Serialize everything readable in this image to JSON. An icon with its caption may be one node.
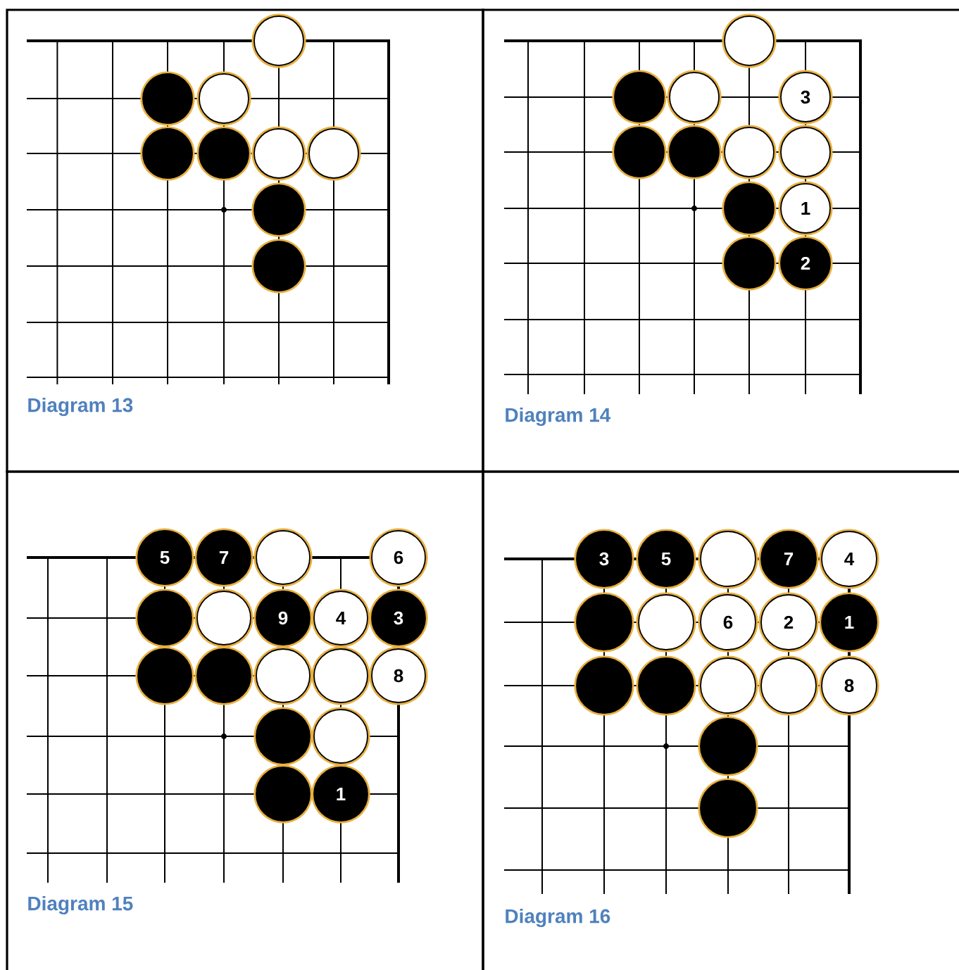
{
  "diagram": {
    "nodes": [
      {
        "text": [
          "Diagram 13"
        ]
      },
      {
        "text": [],
        "shape": "circle",
        "in": 0
      },
      {
        "text": [],
        "shape": "circle",
        "in": 0
      },
      {
        "text": [],
        "shape": "circle",
        "in": 0
      },
      {
        "text": [],
        "shape": "circle",
        "in": 0
      },
      {
        "text": [],
        "shape": "circle",
        "in": 0
      },
      {
        "text": [],
        "shape": "circle",
        "in": 0
      },
      {
        "text": [],
        "shape": "circle",
        "in": 0
      },
      {
        "text": [],
        "shape": "circle",
        "in": 0
      },
      {
        "text": [],
        "shape": "circle",
        "in": 0
      },
      {
        "text": [
          "Diagram 14"
        ]
      },
      {
        "text": [],
        "shape": "circle",
        "in": 10
      },
      {
        "text": [],
        "shape": "circle",
        "in": 10
      },
      {
        "text": [],
        "shape": "circle",
        "in": 10
      },
      {
        "text": [
          "3"
        ],
        "in": 10
      },
      {
        "text": [],
        "shape": "circle",
        "in": 10
      },
      {
        "text": [],
        "shape": "circle",
        "in": 10
      },
      {
        "text": [],
        "shape": "circle",
        "in": 10
      },
      {
        "text": [],
        "shape": "circle",
        "in": 10
      },
      {
        "text": [],
        "shape": "circle",
        "in": 10
      },
      {
        "text": [
          "1"
        ],
        "in": 10
      },
      {
        "text": [],
        "shape": "circle",
        "in": 10
      },
      {
        "text": [
          "2"
        ],
        "in": 10
      },
      {
        "text": [
          "Diagram 15"
        ]
      },
      {
        "text": [
          "5"
        ],
        "in": 23
      },
      {
        "text": [
          "7"
        ],
        "in": 23
      },
      {
        "text": [],
        "shape": "circle",
        "in": 23
      },
      {
        "text": [
          "6"
        ],
        "in": 23
      },
      {
        "text": [],
        "shape": "circle",
        "in": 23
      },
      {
        "text": [],
        "shape": "circle",
        "in": 23
      },
      {
        "text": [
          "9"
        ],
        "in": 23
      },
      {
        "text": [
          "4"
        ],
        "in": 23
      },
      {
        "text": [
          "3"
        ],
        "in": 23
      },
      {
        "text": [],
        "shape": "circle",
        "in": 23
      },
      {
        "text": [],
        "shape": "circle",
        "in": 23
      },
      {
        "text": [],
        "shape": "circle",
        "in": 23
      },
      {
        "text": [],
        "shape": "circle",
        "in": 23
      },
      {
        "text": [
          "8"
        ],
        "in": 23
      },
      {
        "text": [],
        "shape": "circle",
        "in": 23
      },
      {
        "text": [],
        "shape": "circle",
        "in": 23
      },
      {
        "text": [],
        "shape": "circle",
        "in": 23
      },
      {
        "text": [
          "1"
        ],
        "in": 23
      },
      {
        "text": [
          "Diagram 16"
        ]
      },
      {
        "text": [
          "3"
        ],
        "in": 42
      },
      {
        "text": [
          "5"
        ],
        "in": 42
      },
      {
        "text": [],
        "shape": "circle",
        "in": 42
      },
      {
        "text": [
          "7"
        ],
        "in": 42
      },
      {
        "text": [
          "4"
        ],
        "in": 42
      },
      {
        "text": [],
        "shape": "circle",
        "in": 42
      },
      {
        "text": [],
        "shape": "circle",
        "in": 42
      },
      {
        "text": [
          "6"
        ],
        "in": 42
      },
      {
        "text": [
          "2"
        ],
        "in": 42
      },
      {
        "text": [
          "1"
        ],
        "in": 42
      },
      {
        "text": [],
        "shape": "circle",
        "in": 42
      },
      {
        "text": [],
        "shape": "circle",
        "in": 42
      },
      {
        "text": [],
        "shape": "circle",
        "in": 42
      },
      {
        "text": [],
        "shape": "circle",
        "in": 42
      },
      {
        "text": [
          "8"
        ],
        "in": 42
      },
      {
        "text": [],
        "shape": "circle",
        "in": 42
      },
      {
        "text": [],
        "shape": "circle",
        "in": 42
      }
    ]
  }
}
